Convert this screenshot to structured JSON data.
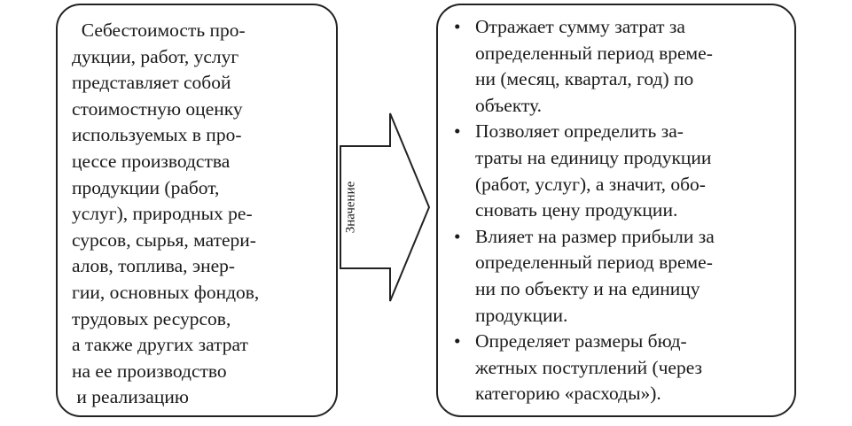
{
  "left_box": {
    "lines": [
      "  Себестоимость про-",
      "дукции, работ, услуг",
      "представляет собой",
      "стоимостную оценку",
      "используемых в про-",
      "цессе производства",
      "продукции (работ,",
      "услуг), природных ре-",
      "сурсов, сырья, матери-",
      "алов, топлива, энер-",
      "гии, основных фондов,",
      "трудовых ресурсов,",
      "а также других затрат",
      "на ее производство",
      " и реализацию"
    ]
  },
  "arrow": {
    "label": "Значение"
  },
  "right_box": {
    "bullet": "•",
    "items": [
      {
        "lines": [
          "Отражает сумму затрат за",
          "определенный период време-",
          "ни (месяц, квартал, год) по",
          "объекту."
        ]
      },
      {
        "lines": [
          "Позволяет определить за-",
          "траты на единицу продукции",
          "(работ, услуг), а значит, обо-",
          "сновать цену продукции."
        ]
      },
      {
        "lines": [
          "Влияет на размер прибыли за",
          "определенный период време-",
          "ни по объекту и на единицу",
          "продукции."
        ]
      },
      {
        "lines": [
          "Определяет размеры бюд-",
          "жетных поступлений (через",
          "категорию «расходы»)."
        ]
      }
    ]
  }
}
